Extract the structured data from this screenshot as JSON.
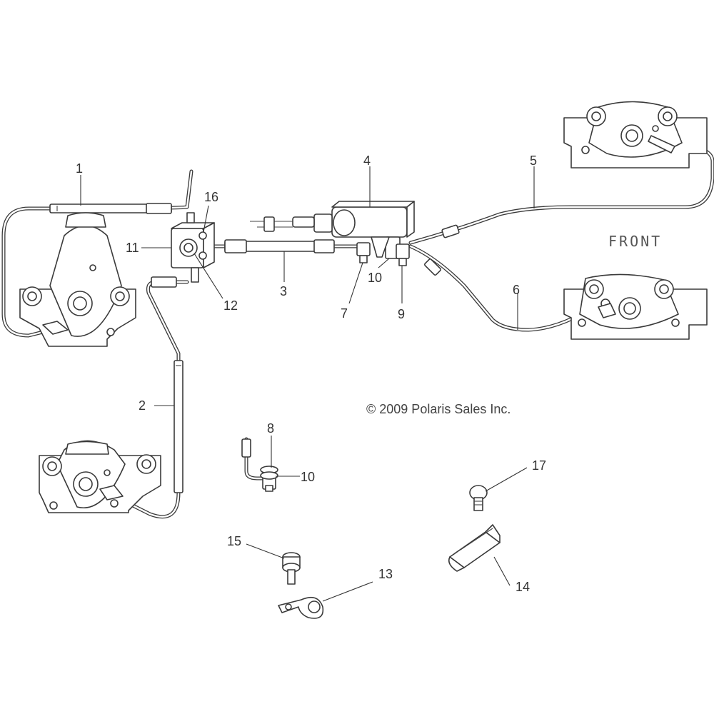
{
  "callouts": {
    "c1": "1",
    "c2": "2",
    "c3": "3",
    "c4": "4",
    "c5": "5",
    "c6": "6",
    "c7": "7",
    "c8": "8",
    "c9": "9",
    "c10a": "10",
    "c10b": "10",
    "c11": "11",
    "c12": "12",
    "c13": "13",
    "c14": "14",
    "c15": "15",
    "c16": "16",
    "c17": "17"
  },
  "front_label": "FRONT",
  "copyright": "© 2009 Polaris Sales Inc."
}
